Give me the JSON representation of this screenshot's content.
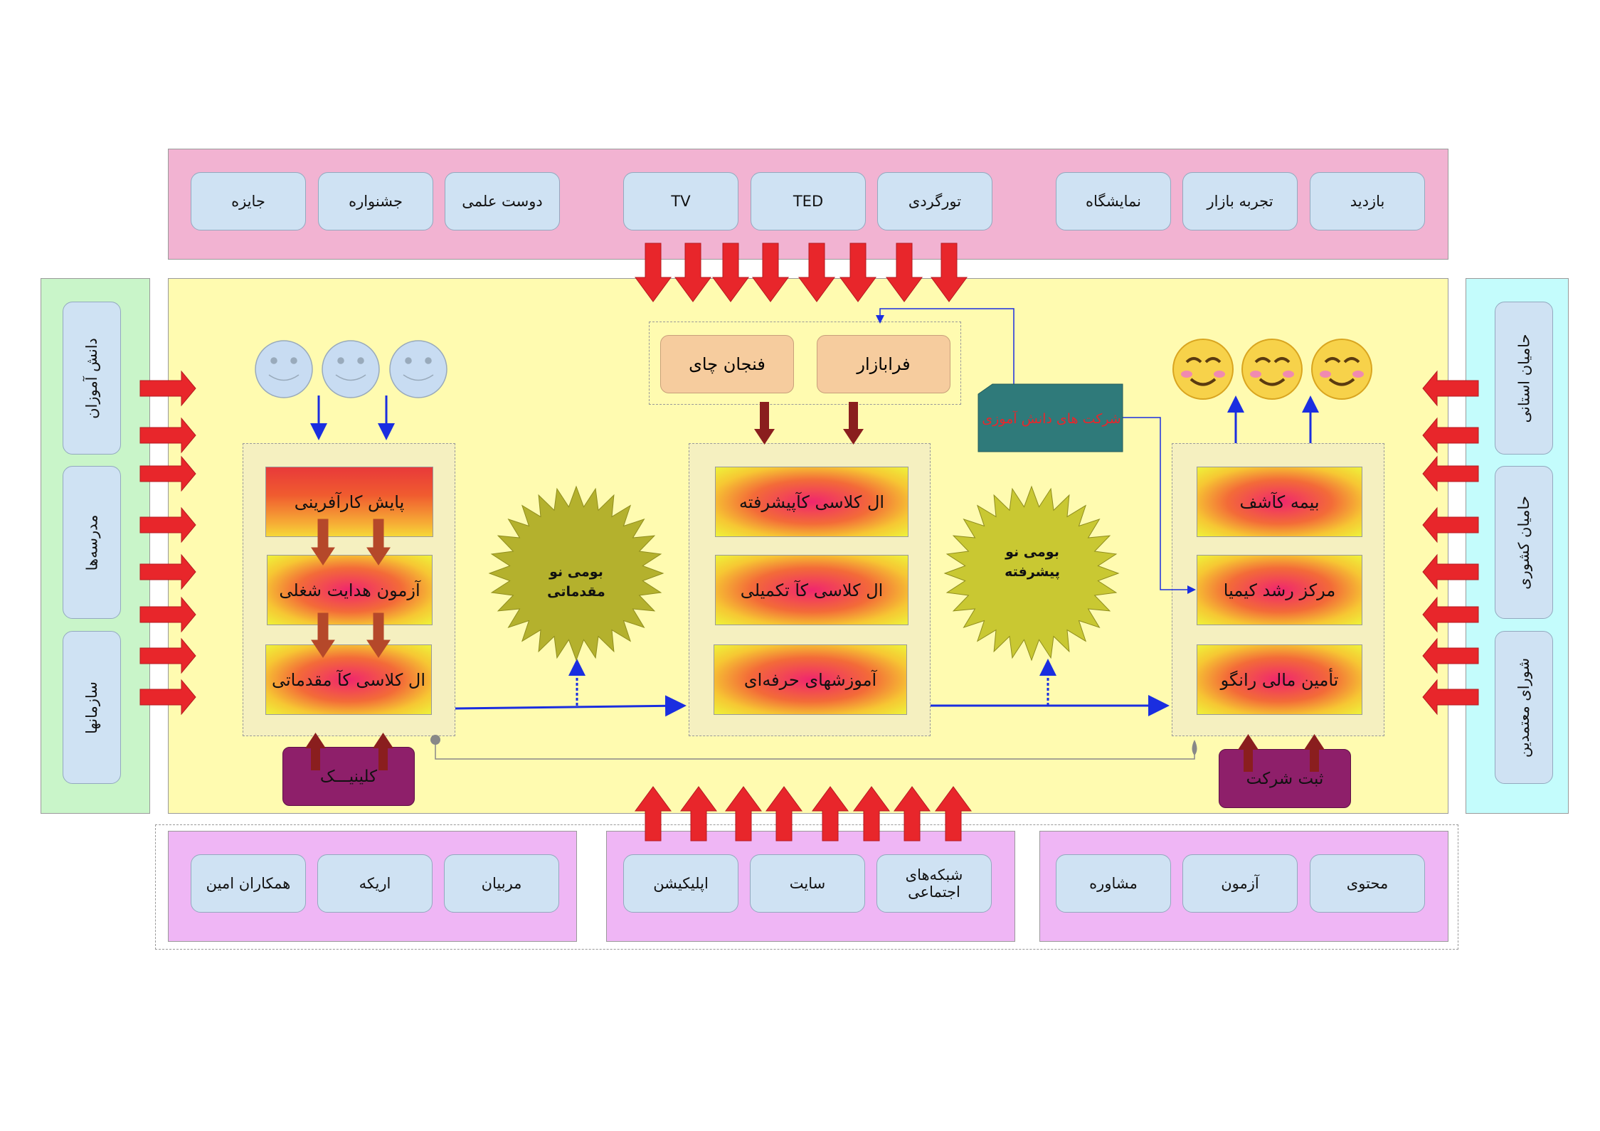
{
  "top_row": {
    "left_group": [
      "جایزه",
      "جشنواره",
      "دوست علمی"
    ],
    "middle_group": [
      "TV",
      "TED",
      "تورگردی"
    ],
    "right_group": [
      "نمایشگاه",
      "تجربه بازار",
      "بازدید"
    ]
  },
  "left_side": [
    "دانش آموزان",
    "مدرسه‌ها",
    "سازمانها"
  ],
  "right_side": [
    "حامیان استانی",
    "حامیان کشوری",
    "شورای معتمدین"
  ],
  "left_column": {
    "items": [
      "پایش کارآفرینی",
      "آزمون هدایت شغلی",
      "ال کلاسی کآ مقدماتی"
    ],
    "bottom_box": "کلینیـــک"
  },
  "middle_column": {
    "top_boxes": [
      "فنجان چای",
      "فرابازار"
    ],
    "items": [
      "ال کلاسی کآپیشرفته",
      "ال کلاسی کآ تکمیلی",
      "آموزشهای حرفه‌ای"
    ]
  },
  "right_column": {
    "items": [
      "بیمه کآشف",
      "مرکز رشد کیمیا",
      "تأمین مالی رانگو"
    ],
    "bottom_box": "ثبت شرکت"
  },
  "companies_label": "شرکت های دانش آموزی",
  "sun_left": [
    "بومی نو",
    "مقدماتی"
  ],
  "sun_right": [
    "بومی نو",
    "پیشرفته"
  ],
  "bottom_row": {
    "left_group": [
      "همکاران امین",
      "اریکه",
      "مربیان"
    ],
    "middle_group": [
      "اپلیکیشن",
      "سایت",
      "شبکه‌های اجتماعی"
    ],
    "right_group": [
      "مشاوره",
      "آزمون",
      "محتوی"
    ]
  },
  "colors": {
    "top_panel": "#f2b3d2",
    "bottom_panel": "#efb6f5",
    "main_panel": "#fffbb0",
    "left_side_panel": "#c9f5c9",
    "right_side_panel": "#c4fcfc",
    "sun": "#b4b12d",
    "arrow_red": "#e8262b",
    "arrow_blue": "#1a2ee0",
    "arrow_brown": "#8a1e1e",
    "companies_box": "#2f7a7a",
    "companies_text": "#e8262b"
  }
}
